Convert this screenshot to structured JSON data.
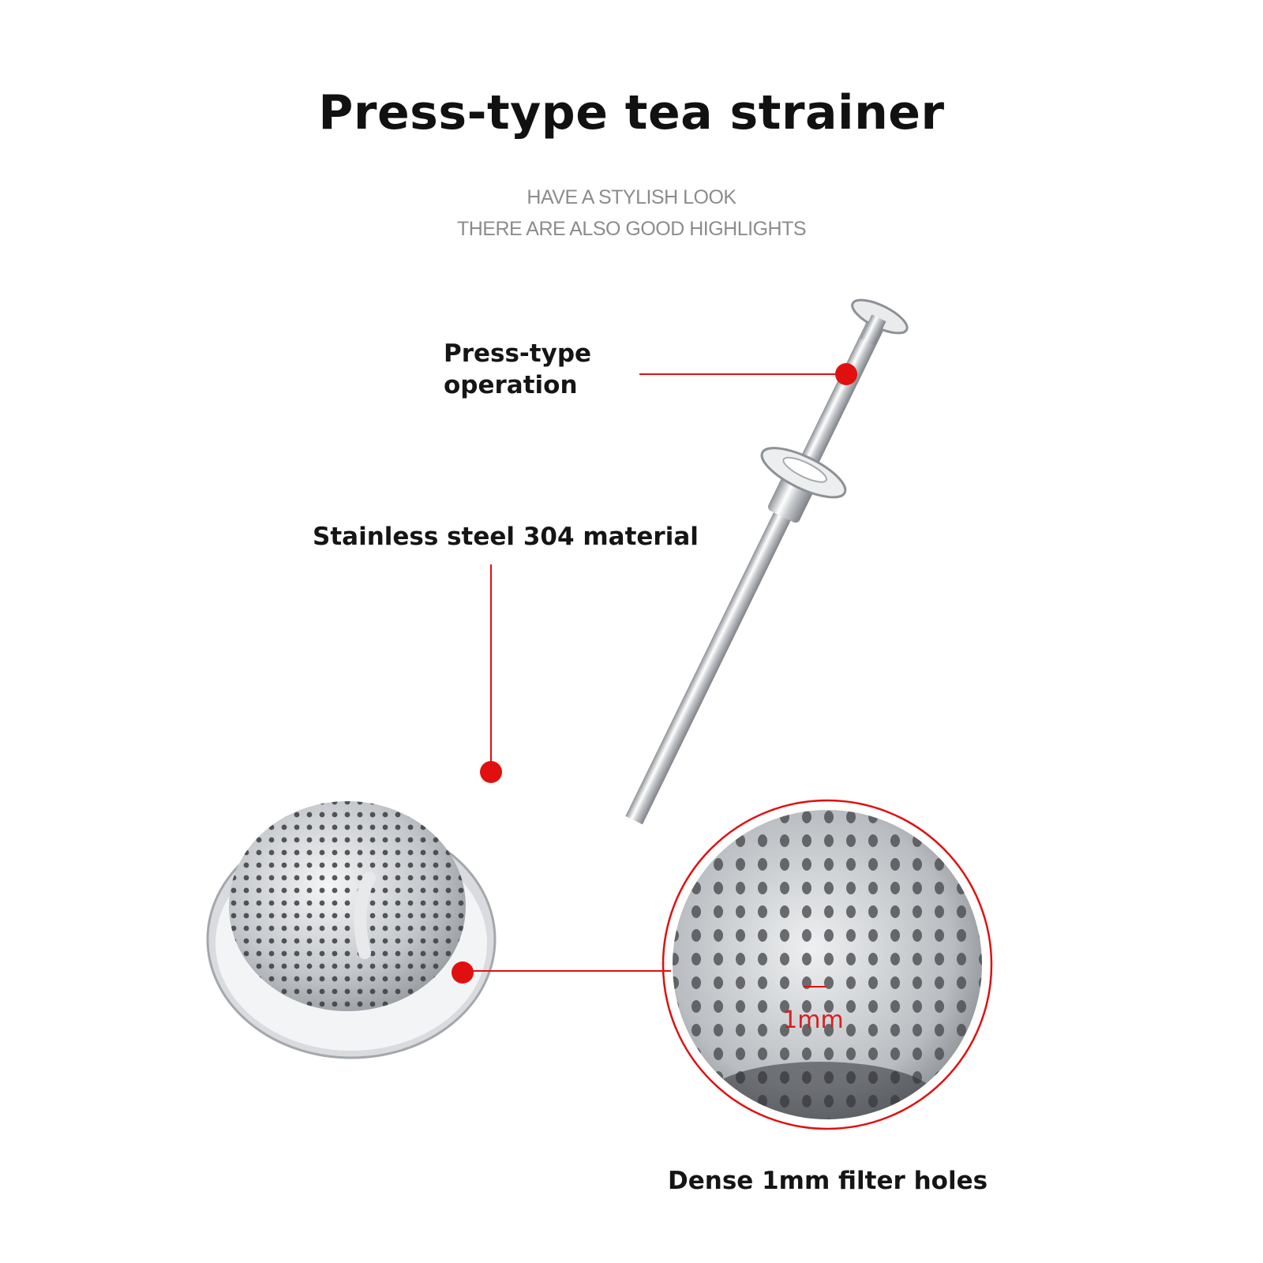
{
  "header": {
    "title": "Press-type tea strainer",
    "subtitle_line1": "HAVE A STYLISH LOOK",
    "subtitle_line2": "THERE ARE ALSO GOOD HIGHLIGHTS"
  },
  "callouts": {
    "press_operation": "Press-type operation",
    "material": "Stainless steel 304 material",
    "filter_holes": "Dense 1mm filter holes"
  },
  "zoom": {
    "measurement": "1mm"
  },
  "colors": {
    "accent": "#e01010",
    "steel": "#c9ccd0",
    "text": "#151515",
    "subtitle": "#8c8c8c"
  },
  "icons": {
    "callout_marker": "red-dot-marker"
  }
}
